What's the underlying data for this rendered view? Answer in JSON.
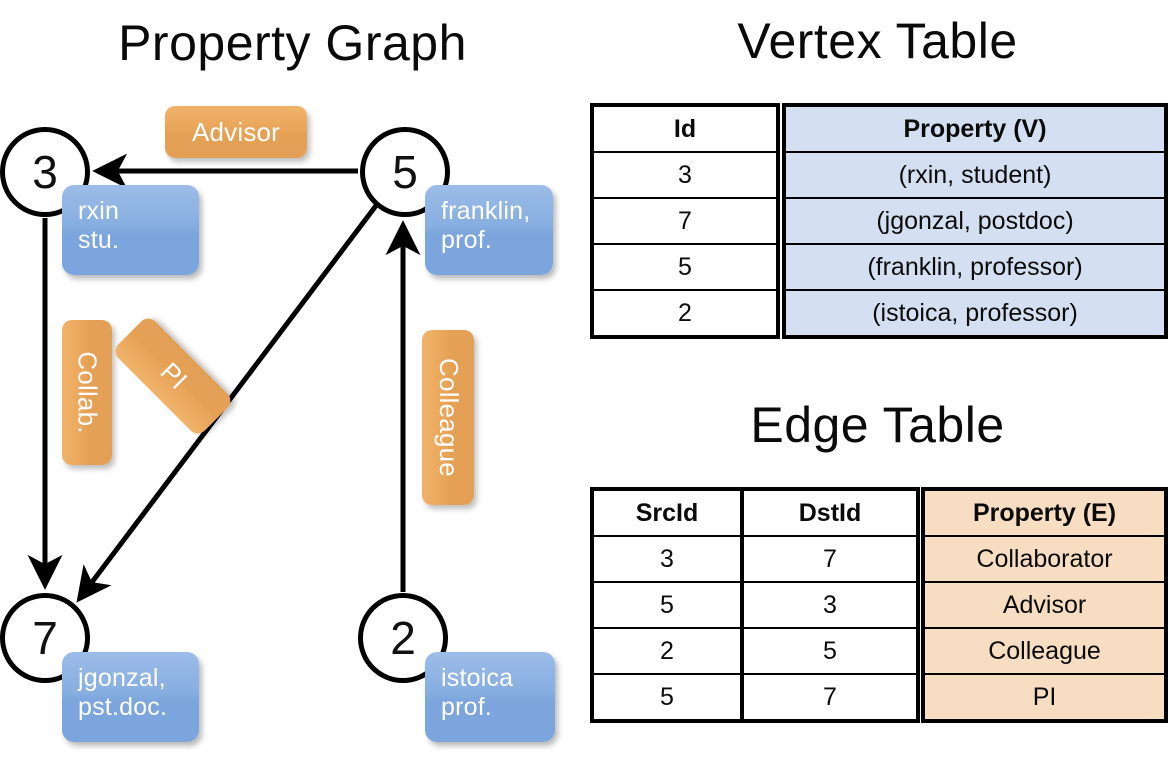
{
  "titles": {
    "property_graph": "Property Graph",
    "vertex_table": "Vertex Table",
    "edge_table": "Edge Table"
  },
  "graph": {
    "nodes": [
      {
        "id": "3",
        "property_label": "rxin\nstu.",
        "line1": "rxin",
        "line2": "stu."
      },
      {
        "id": "5",
        "property_label": "franklin, prof.",
        "line1": "franklin,",
        "line2": "prof."
      },
      {
        "id": "7",
        "property_label": "jgonzal, pst.doc.",
        "line1": "jgonzal,",
        "line2": "pst.doc."
      },
      {
        "id": "2",
        "property_label": "istoica prof.",
        "line1": "istoica",
        "line2": "prof."
      }
    ],
    "edge_labels": {
      "advisor": "Advisor",
      "collab": "Collab.",
      "pi": "PI",
      "colleague": "Colleague"
    },
    "edges": [
      {
        "from": "5",
        "to": "3",
        "label": "Advisor"
      },
      {
        "from": "3",
        "to": "7",
        "label": "Collab."
      },
      {
        "from": "5",
        "to": "7",
        "label": "PI"
      },
      {
        "from": "2",
        "to": "5",
        "label": "Colleague"
      }
    ]
  },
  "vertex_table": {
    "headers": [
      "Id",
      "Property (V)"
    ],
    "rows": [
      {
        "id": "3",
        "property": "(rxin, student)"
      },
      {
        "id": "7",
        "property": "(jgonzal, postdoc)"
      },
      {
        "id": "5",
        "property": "(franklin, professor)"
      },
      {
        "id": "2",
        "property": "(istoica, professor)"
      }
    ]
  },
  "edge_table": {
    "headers": [
      "SrcId",
      "DstId",
      "Property (E)"
    ],
    "rows": [
      {
        "src": "3",
        "dst": "7",
        "property": "Collaborator"
      },
      {
        "src": "5",
        "dst": "3",
        "property": "Advisor"
      },
      {
        "src": "2",
        "dst": "5",
        "property": "Colleague"
      },
      {
        "src": "5",
        "dst": "7",
        "property": "PI"
      }
    ]
  },
  "colors": {
    "vertex_property_fill": "#d4e0f2",
    "edge_property_fill": "#f7ddc2",
    "node_box_blue": "#86aee0",
    "edge_label_orange": "#e8a458",
    "stroke": "#000000",
    "background": "#ffffff"
  }
}
